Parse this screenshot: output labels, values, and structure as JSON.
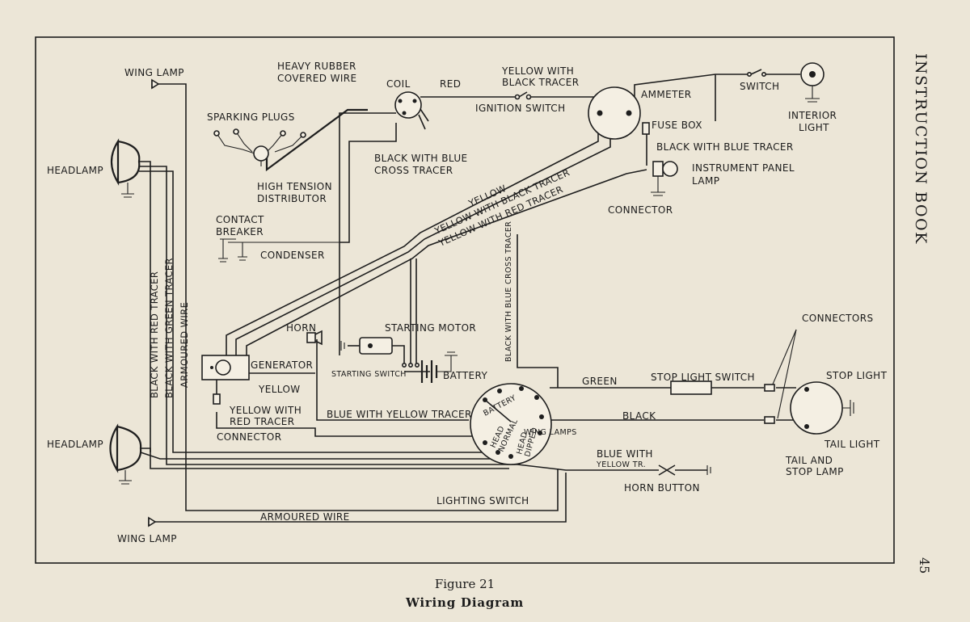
{
  "header": {
    "book_title": "INSTRUCTION BOOK",
    "page_number": "45"
  },
  "figure": {
    "number": "Figure 21",
    "title": "Wiring Diagram"
  },
  "labels": {
    "wing_lamp_top": "WING LAMP",
    "heavy_rubber_1": "HEAVY RUBBER",
    "heavy_rubber_2": "COVERED WIRE",
    "coil": "COIL",
    "red": "RED",
    "yellow_with_1": "YELLOW WITH",
    "yellow_with_2": "BLACK TRACER",
    "ignition_switch": "IGNITION SWITCH",
    "ammeter": "AMMETER",
    "switch": "SWITCH",
    "interior_light_1": "INTERIOR",
    "interior_light_2": "LIGHT",
    "sparking_plugs": "SPARKING PLUGS",
    "fuse_box": "FUSE BOX",
    "black_blue_cross_1": "BLACK WITH BLUE",
    "black_blue_cross_2": "CROSS TRACER",
    "black_blue_tracer": "BLACK WITH BLUE TRACER",
    "headlamp_top": "HEADLAMP",
    "high_tension_1": "HIGH TENSION",
    "high_tension_2": "DISTRIBUTOR",
    "instrument_panel_1": "INSTRUMENT PANEL",
    "instrument_panel_2": "LAMP",
    "yellow_diag": "YELLOW",
    "yellow_black_diag": "YELLOW WITH BLACK TRACER",
    "yellow_red_diag": "YELLOW WITH RED TRACER",
    "connector_top": "CONNECTOR",
    "contact_breaker_1": "CONTACT",
    "contact_breaker_2": "BREAKER",
    "condenser": "CONDENSER",
    "black_red_tracer_v": "BLACK WITH RED TRACER",
    "black_green_tracer_v": "BLACK WITH GREEN TRACER",
    "armoured_wire_v": "ARMOURED WIRE",
    "black_blue_cross_v": "BLACK WITH BLUE CROSS TRACER",
    "horn": "HORN",
    "starting_motor": "STARTING MOTOR",
    "generator": "GENERATOR",
    "starting_switch": "STARTING SWITCH",
    "battery_label": "BATTERY",
    "connectors": "CONNECTORS",
    "stop_light": "STOP LIGHT",
    "yellow_gen": "YELLOW",
    "green": "GREEN",
    "stop_light_switch": "STOP LIGHT SWITCH",
    "yellow_red_1": "YELLOW WITH",
    "yellow_red_2": "RED TRACER",
    "blue_yellow_tracer": "BLUE WITH YELLOW TRACER",
    "black": "BLACK",
    "switch_battery": "BATTERY",
    "wing_lamps": "WING LAMPS",
    "head_normal_1": "HEAD",
    "head_normal_2": "NORMAL",
    "head_dipped_1": "HEAD",
    "head_dipped_2": "DIPPED",
    "connector_bottom": "CONNECTOR",
    "tail_light": "TAIL LIGHT",
    "headlamp_bottom": "HEADLAMP",
    "blue_yellow_tr_1": "BLUE WITH",
    "blue_yellow_tr_2": "YELLOW TR.",
    "tail_stop_1": "TAIL AND",
    "tail_stop_2": "STOP LAMP",
    "horn_button": "HORN BUTTON",
    "lighting_switch": "LIGHTING SWITCH",
    "armoured_wire_h": "ARMOURED WIRE",
    "wing_lamp_bottom": "WING LAMP"
  }
}
